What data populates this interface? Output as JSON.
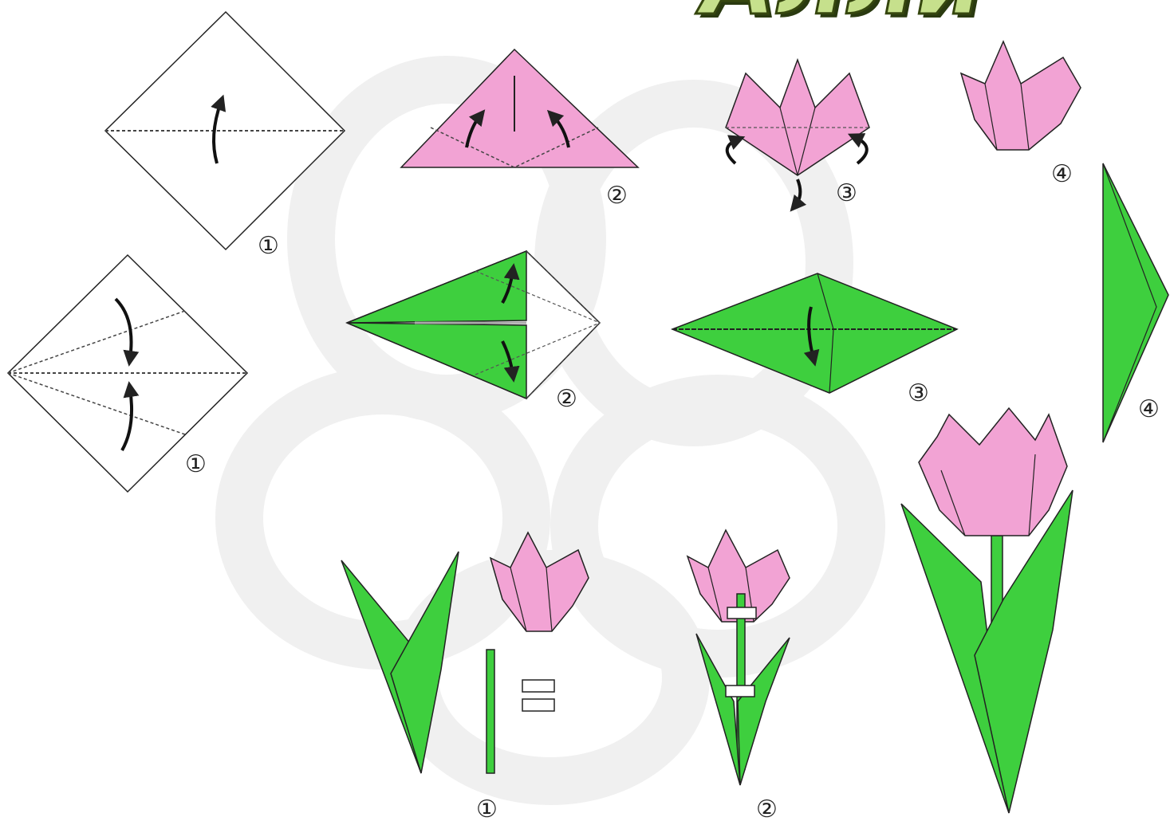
{
  "title": {
    "text": "Алли"
  },
  "colors": {
    "petal": "#f2a3d4",
    "leaf": "#3ecf3e",
    "outline": "#222222",
    "title_fill": "#c6e08c",
    "watermark": "#f1f1f1"
  },
  "steps": {
    "flower": {
      "s1": "①",
      "s2": "②",
      "s3": "③",
      "s4": "④"
    },
    "leaf": {
      "s1": "①",
      "s2": "②",
      "s3": "③",
      "s4": "④"
    },
    "assembly": {
      "s1": "①",
      "s2": "②"
    }
  },
  "icons": [
    "fold-arrow-icon",
    "tape-strip-icon"
  ]
}
